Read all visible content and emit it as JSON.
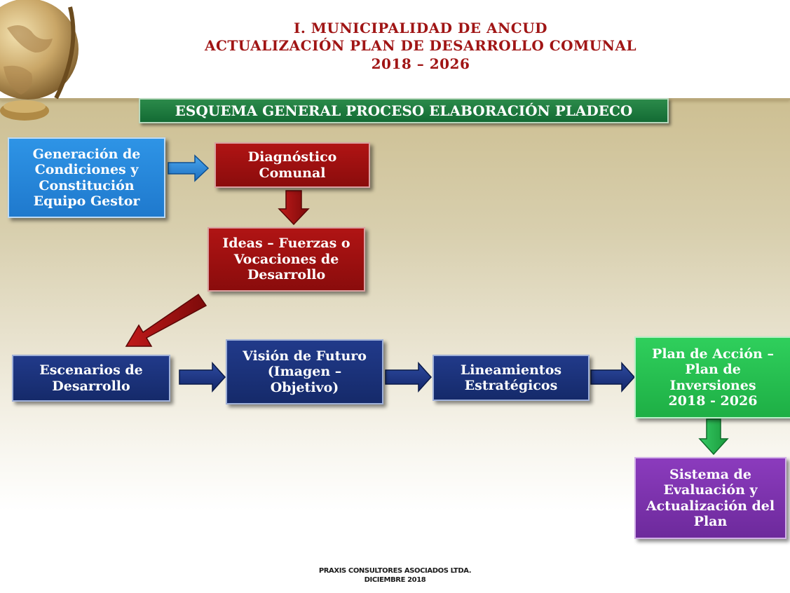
{
  "header": {
    "line1": "I. MUNICIPALIDAD DE ANCUD",
    "line2": "ACTUALIZACIÓN PLAN  DE  DESARROLLO  COMUNAL",
    "line3": "2018 – 2026"
  },
  "banner": "ESQUEMA  GENERAL PROCESO ELABORACIÓN PLADECO",
  "nodes": {
    "generacion": "Generación de\nCondiciones y\nConstitución\nEquipo Gestor",
    "diagnostico": "Diagnóstico\nComunal",
    "ideas": "Ideas – Fuerzas o\nVocaciones de\nDesarrollo",
    "escenarios": "Escenarios de\nDesarrollo",
    "vision": "Visión de Futuro\n(Imagen –\nObjetivo)",
    "lineamientos": "Lineamientos\nEstratégicos",
    "plan_accion": "Plan de Acción –\nPlan de\nInversiones\n2018 - 2026",
    "sistema": "Sistema de\nEvaluación y\nActualización del\nPlan"
  },
  "colors": {
    "title_red": "#a01515",
    "banner_green": "#136b34",
    "blue_light": "#1f79cd",
    "red": "#8a0c0c",
    "navy": "#152a6a",
    "green": "#1eaf45",
    "purple": "#6d2a9c"
  },
  "footer": {
    "line1": "PRAXIS CONSULTORES ASOCIADOS LTDA.",
    "line2": "DICIEMBRE 2018"
  }
}
